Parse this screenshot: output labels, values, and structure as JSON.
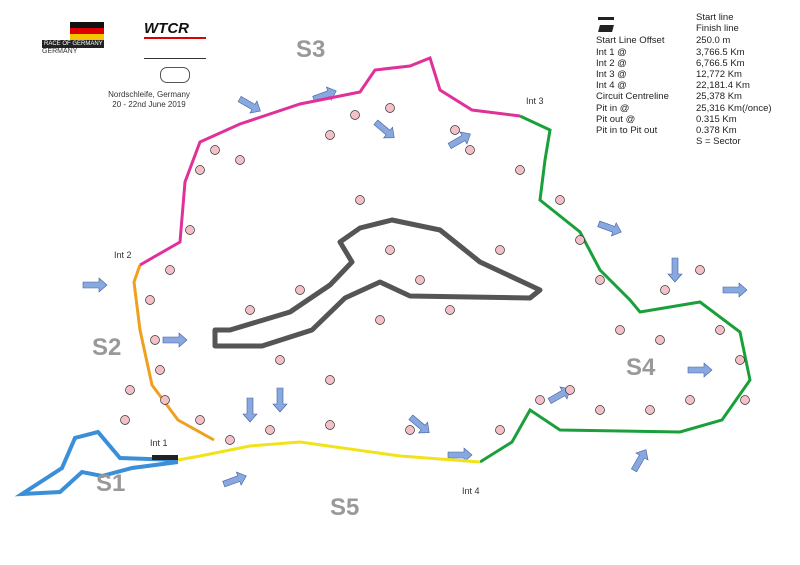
{
  "header": {
    "event_logo_text": "RACE OF GERMANY",
    "event_country": "GERMANY",
    "series_logo_text": "WTCR",
    "venue": "Nordschleife, Germany",
    "dates": "20 - 22nd June 2019"
  },
  "legend": [
    {
      "key": "",
      "value": "Start line",
      "icon": "start-line-icon"
    },
    {
      "key": "",
      "value": "Finish line",
      "icon": "finish-flag-icon"
    },
    {
      "key": "Start Line Offset",
      "value": "250.0 m"
    },
    {
      "key": "Int 1 @",
      "value": "3,766.5 Km"
    },
    {
      "key": "Int 2 @",
      "value": "6,766.5 Km"
    },
    {
      "key": "Int 3 @",
      "value": "12,772 Km"
    },
    {
      "key": "Int 4 @",
      "value": "22,181.4 Km"
    },
    {
      "key": "Circuit Centreline",
      "value": "25,378 Km"
    },
    {
      "key": "Pit in @",
      "value": "25,316 Km(/once)"
    },
    {
      "key": "Pit out @",
      "value": "0.315 Km"
    },
    {
      "key": "Pit in to Pit out",
      "value": "0.378 Km"
    },
    {
      "key": "",
      "value": "S = Sector"
    }
  ],
  "sectors": [
    {
      "label": "S1",
      "color": "#3a8fd8"
    },
    {
      "label": "S2",
      "color": "#f0a020"
    },
    {
      "label": "S3",
      "color": "#e0309a"
    },
    {
      "label": "S4",
      "color": "#1aa03a"
    },
    {
      "label": "S5",
      "color": "#f2e21a"
    }
  ],
  "intermediates": [
    "Int 1",
    "Int 2",
    "Int 3",
    "Int 4"
  ],
  "colors": {
    "gp_circuit": "#555555",
    "marker_fill": "#f4c0c8",
    "arrow": "#8aa8e0",
    "corner_label": "#e0306a"
  }
}
